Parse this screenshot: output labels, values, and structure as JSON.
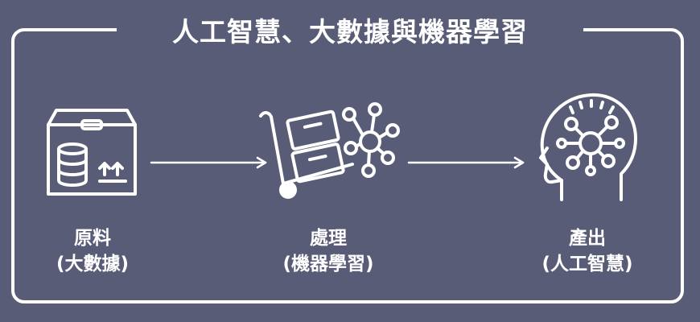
{
  "title": "人工智慧、大數據與機器學習",
  "steps": [
    {
      "name": "原料",
      "detail": "(大數據)"
    },
    {
      "name": "處理",
      "detail": "(機器學習)"
    },
    {
      "name": "產出",
      "detail": "(人工智慧)"
    }
  ],
  "colors": {
    "background": "#595c76",
    "foreground": "#ffffff"
  },
  "icons": [
    "box-database-icon",
    "hand-truck-network-icon",
    "head-network-icon"
  ]
}
